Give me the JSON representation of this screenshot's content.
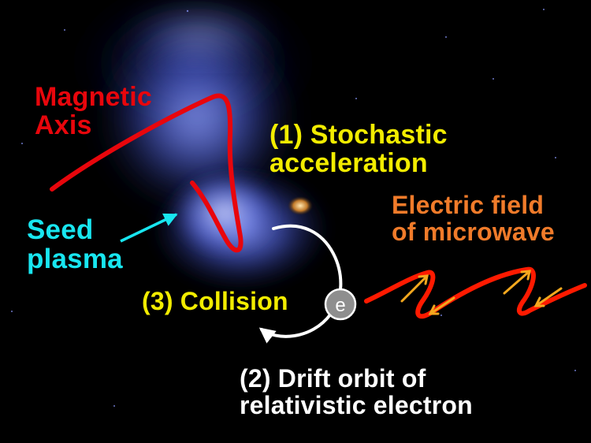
{
  "labels": {
    "magnetic_axis": [
      "Magnetic",
      "Axis"
    ],
    "stochastic": [
      "(1) Stochastic",
      "acceleration"
    ],
    "electric_field": [
      "Electric field",
      "of microwave"
    ],
    "seed_plasma": [
      "Seed",
      "plasma"
    ],
    "collision": "(3) Collision",
    "drift_orbit": [
      "(2) Drift orbit of",
      "relativistic electron"
    ],
    "electron": "e"
  },
  "colors": {
    "magnetic_axis": "#e8060c",
    "stochastic": "#f2ec00",
    "electric_field": "#f07b2a",
    "seed_plasma": "#18e6f0",
    "collision": "#f2ec00",
    "drift_orbit": "#ffffff",
    "microwave_wave": "#ff1a00",
    "microwave_arrows": "#f4a81e",
    "electron_fill": "#8e8e8e",
    "plasma_glow": "#5a6fe0"
  }
}
